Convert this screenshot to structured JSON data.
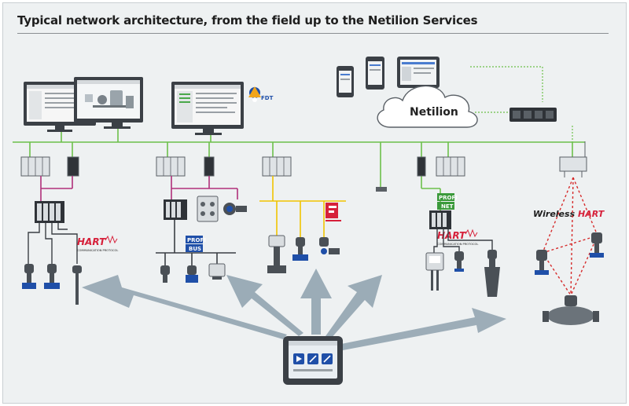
{
  "title": "Typical network architecture, from the field up to the Netilion Services",
  "cloud_label": "Netilion",
  "fdt_label": "FDT",
  "protocols": {
    "hart_1": "HART",
    "hart_1_sub": "COMMUNICATION PROTOCOL",
    "hart_2": "HART",
    "hart_2_sub": "COMMUNICATION PROTOCOL",
    "profibus_top": "PROFI",
    "profibus_bottom": "BUS",
    "profinet_top": "PROFI",
    "profinet_bottom": "NET",
    "wireless_hart_italic": "Wireless",
    "wireless_hart_bold": "HART"
  },
  "colors": {
    "ethernet_bus": "#6cc04a",
    "hart_line": "#b0307a",
    "fieldbus_line": "#f0c400",
    "wireless_link": "#d62b2b",
    "arrow": "#8fa1ad",
    "device_gray": "#5a6066",
    "accent_blue": "#1f4fa8"
  }
}
